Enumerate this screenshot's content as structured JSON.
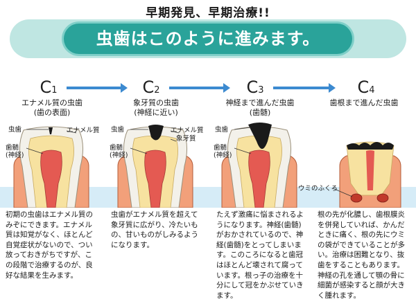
{
  "header": {
    "subtitle": "早期発見、早期治療!!",
    "title": "虫歯はこのように進みます。"
  },
  "stages": [
    {
      "code_letter": "C",
      "code_num": "1",
      "title_line1": "エナメル質の虫歯",
      "title_line2": "(歯の表面)",
      "labels": [
        "虫歯",
        "エナメル質",
        "歯髄",
        "(神経)"
      ],
      "description": "初期の虫歯はエナメル質のみぞにできます。エナメル質は知覚がなく、ほとんど自覚症状がないので、つい放っておきがちですが、この段階で治療するのが、良好な結果を生みます。"
    },
    {
      "code_letter": "C",
      "code_num": "2",
      "title_line1": "象牙質の虫歯",
      "title_line2": "(神経に近い)",
      "labels": [
        "虫歯",
        "エナメル質",
        "象牙質",
        "歯髄",
        "(神経)"
      ],
      "description": "虫歯がエナメル質を超えて象牙質に広がり、冷たいもの、甘いものがしみるようになります。"
    },
    {
      "code_letter": "C",
      "code_num": "3",
      "title_line1": "神経まで進んだ虫歯",
      "title_line2": "(歯髄)",
      "labels": [
        "虫歯",
        "歯髄",
        "(神経)"
      ],
      "description": "たえず激痛に悩まされるようになります。神経(歯髄)がおかされているので、神経(歯髄)をとってしまいます。このころになると歯冠はほとんど壊されて腐っています。根っ子の治療を十分にして冠をかぶせていきます。"
    },
    {
      "code_letter": "C",
      "code_num": "4",
      "title_line1": "歯根まで進んだ虫歯",
      "title_line2": "",
      "labels": [
        "ウミのふくろ"
      ],
      "description": "根の先が化膿し、歯根膜炎を併発していれば、かんだときに痛く、根の先にウミの袋ができていることが多い。治療は困難となり、抜歯をすることもあります。神経の孔を通して顎の骨に細菌が感染すると顔が大きく腫れます。"
    }
  ],
  "colors": {
    "banner_outer": "#bfe6e2",
    "banner_inner": "#2aa39a",
    "arrow": "#3c8ad0",
    "gum": "#f2a07a",
    "bone": "#d6ecf7",
    "enamel": "#f3f1ea",
    "dentin": "#f7e2a0",
    "pulp": "#e45a52",
    "decay": "#1a1a1a"
  }
}
